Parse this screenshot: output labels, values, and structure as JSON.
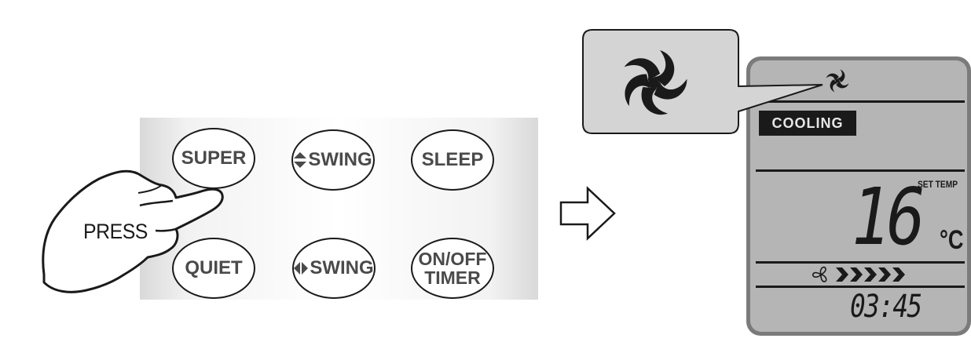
{
  "remote": {
    "buttons": {
      "super": "SUPER",
      "swing_vertical": "SWING",
      "sleep": "SLEEP",
      "quiet": "QUIET",
      "swing_horizontal": "SWING",
      "onoff_timer_line1": "ON/OFF",
      "onoff_timer_line2": "TIMER"
    },
    "press_label": "PRESS",
    "pressed_button": "SUPER"
  },
  "display": {
    "mode": "COOLING",
    "set_temp_label": "SET TEMP",
    "temperature": "16",
    "unit": "°C",
    "fan_speed_level": 5,
    "fan_speed_max": 5,
    "time": "03:45",
    "callout_icon": "super-mode-swirl-icon"
  },
  "colors": {
    "lcd_background": "#b5b5b5",
    "lcd_frame": "#7b7b7b",
    "ink": "#1a1a1a",
    "button_text": "#4a4a4a"
  }
}
